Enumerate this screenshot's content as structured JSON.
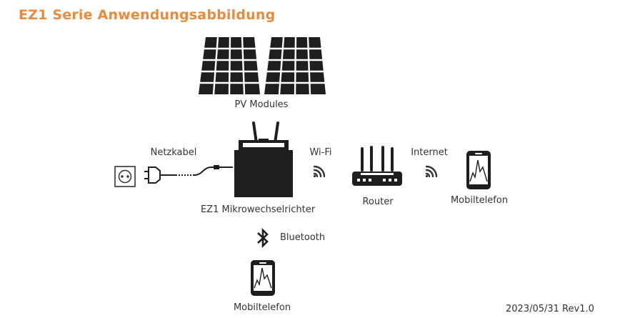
{
  "title": "EZ1 Serie Anwendungsabbildung",
  "labels": {
    "pv_modules": "PV Modules",
    "netzkabel": "Netzkabel",
    "wifi": "Wi-Fi",
    "internet": "Internet",
    "inverter": "EZ1 Mikrowechselrichter",
    "router": "Router",
    "phone_right": "Mobiltelefon",
    "bluetooth": "Bluetooth",
    "phone_bottom": "Mobiltelefon"
  },
  "revision": "2023/05/31 Rev1.0",
  "colors": {
    "accent": "#ec8a3a",
    "ink": "#1e1e1e"
  },
  "icons": [
    "solar-panel-icon",
    "socket-icon",
    "plug-icon",
    "inverter-icon",
    "wifi-icon",
    "router-icon",
    "phone-icon",
    "bluetooth-icon"
  ]
}
